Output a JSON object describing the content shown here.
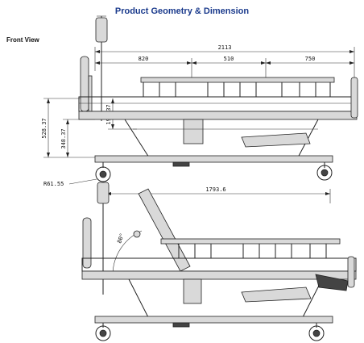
{
  "header": {
    "title": "Product Geometry & Dimension",
    "title_color": "#1a3a8c",
    "view_label": "Front View"
  },
  "dimensions": {
    "total_length": "2113",
    "seg_head": "820",
    "seg_middle": "510",
    "seg_foot": "750",
    "height_max": "528.37",
    "height_min": "348.37",
    "height_diff": "198.37",
    "wheel_radius": "R61.55",
    "lower_length": "1793.6",
    "backrest_angle": "80°"
  },
  "colors": {
    "line": "#222222",
    "dim_line": "#555555"
  }
}
